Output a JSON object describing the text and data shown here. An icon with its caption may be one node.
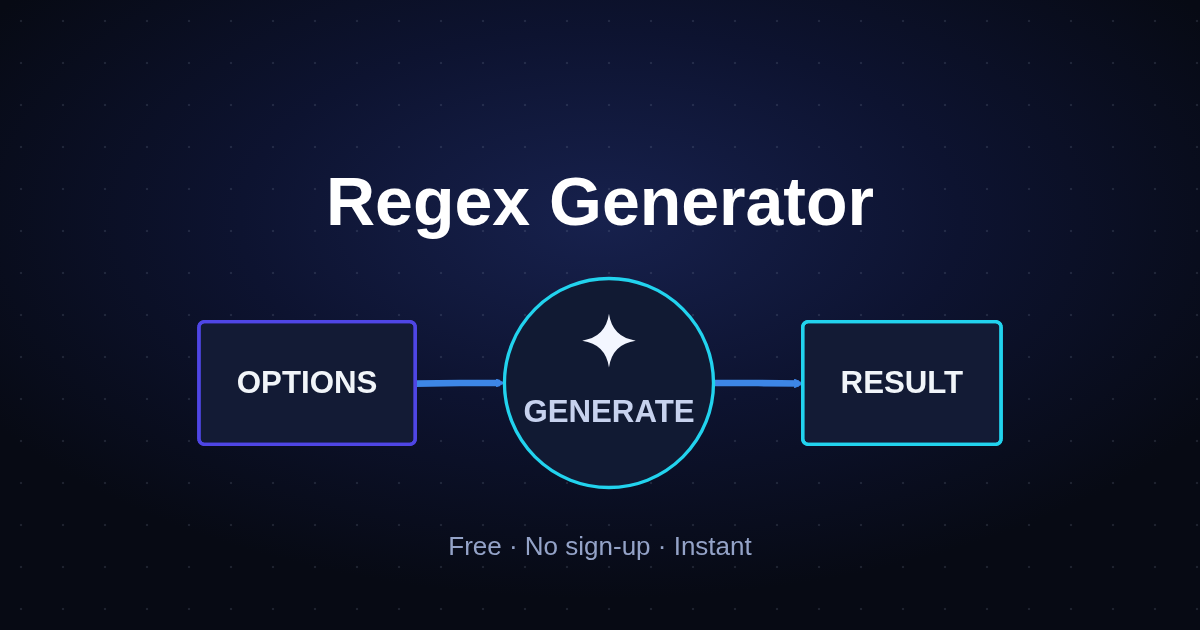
{
  "diagram": {
    "title": "Regex Generator",
    "caption": "Free · No sign-up · Instant",
    "nodes": [
      {
        "text": [
          "OPTIONS"
        ]
      },
      {
        "text": [
          "GENERATE"
        ]
      },
      {
        "text": [
          "RESULT"
        ]
      }
    ],
    "edges": [
      {
        "from": 0,
        "to": 1,
        "arrow": "to"
      },
      {
        "from": 1,
        "to": 2,
        "arrow": "to"
      }
    ]
  }
}
